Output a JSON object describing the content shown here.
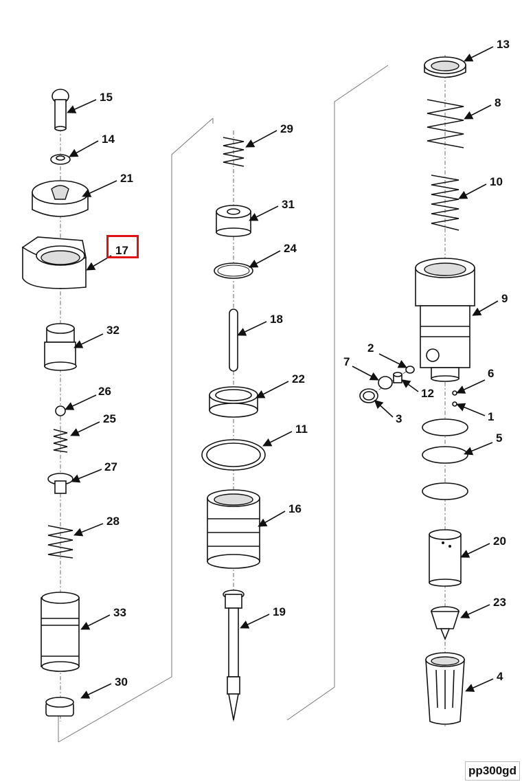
{
  "diagram": {
    "drawing_id": "pp300gd",
    "highlighted_callout": "17",
    "highlight_color": "#e01010",
    "callouts": [
      "15",
      "14",
      "21",
      "17",
      "32",
      "26",
      "25",
      "27",
      "28",
      "33",
      "30",
      "29",
      "31",
      "24",
      "18",
      "22",
      "11",
      "16",
      "19",
      "13",
      "8",
      "10",
      "9",
      "2",
      "7",
      "12",
      "6",
      "3",
      "1",
      "5",
      "20",
      "23",
      "4"
    ]
  }
}
